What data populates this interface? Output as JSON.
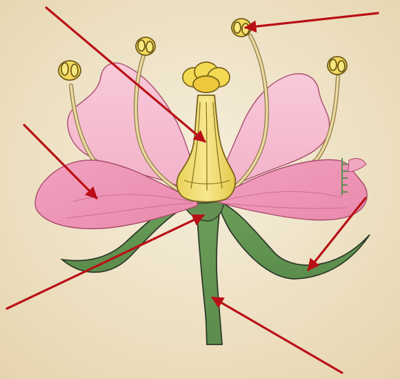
{
  "diagram": {
    "subject": "flower-structure",
    "labels": [],
    "parts": [
      {
        "id": "anther",
        "name": "anther"
      },
      {
        "id": "filament",
        "name": "filament"
      },
      {
        "id": "stigma",
        "name": "stigma"
      },
      {
        "id": "ovary",
        "name": "ovary"
      },
      {
        "id": "petal",
        "name": "petal"
      },
      {
        "id": "sepal",
        "name": "sepal"
      },
      {
        "id": "receptacle",
        "name": "receptacle"
      },
      {
        "id": "stem",
        "name": "stem"
      }
    ],
    "pointer_count": 6
  },
  "colors": {
    "background_top": "#f3ead4",
    "background_bottom": "#e7d7b2",
    "petal_back": "#f6bcd3",
    "petal_front": "#ef8fb3",
    "petal_outline": "#a84b6c",
    "pistil": "#f2dc63",
    "stigma": "#e8c93c",
    "anther": "#f3d85a",
    "filament": "#e9d7a1",
    "sepal": "#6f9f5c",
    "stem": "#5f904f",
    "outline_dark": "#2e3a2a",
    "pointer": "#b90f16"
  }
}
